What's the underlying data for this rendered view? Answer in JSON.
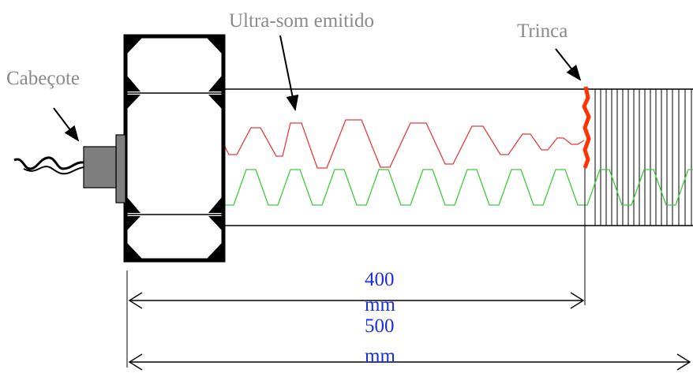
{
  "labels": {
    "probe": "Cabeçote",
    "emitted": "Ultra-som emitido",
    "crack": "Trinca",
    "dim1_value": "400",
    "dim1_unit": "mm",
    "dim2_value": "500",
    "dim2_unit": "mm"
  },
  "colors": {
    "label_text": "#8a8a8a",
    "dimension_text": "#1a2ee0",
    "emitted_wave": "#e83a3a",
    "reflected_wave": "#3ccc3c",
    "crack": "#ff3300",
    "probe_body": "#7f7f7f",
    "outline": "#000000"
  }
}
